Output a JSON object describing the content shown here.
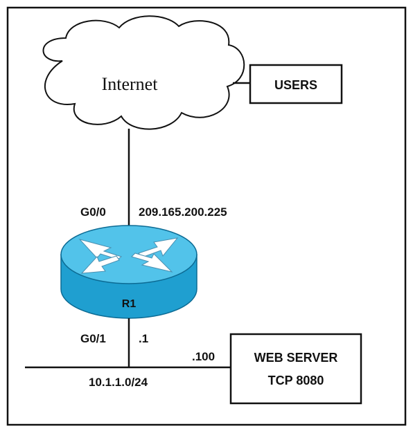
{
  "cloud": {
    "label": "Internet"
  },
  "users": {
    "label": "USERS"
  },
  "router": {
    "name": "R1",
    "wan_interface": "G0/0",
    "wan_ip": "209.165.200.225",
    "lan_interface": "G0/1",
    "lan_ip": ".1"
  },
  "lan": {
    "network": "10.1.1.0/24"
  },
  "server": {
    "host_ip": ".100",
    "line1": "WEB SERVER",
    "line2": "TCP 8080"
  },
  "colors": {
    "router_top": "#52c3ea",
    "router_side": "#1f9fd0",
    "router_edge": "#0c6b94",
    "arrow_fill": "#ffffff",
    "line": "#111111"
  }
}
